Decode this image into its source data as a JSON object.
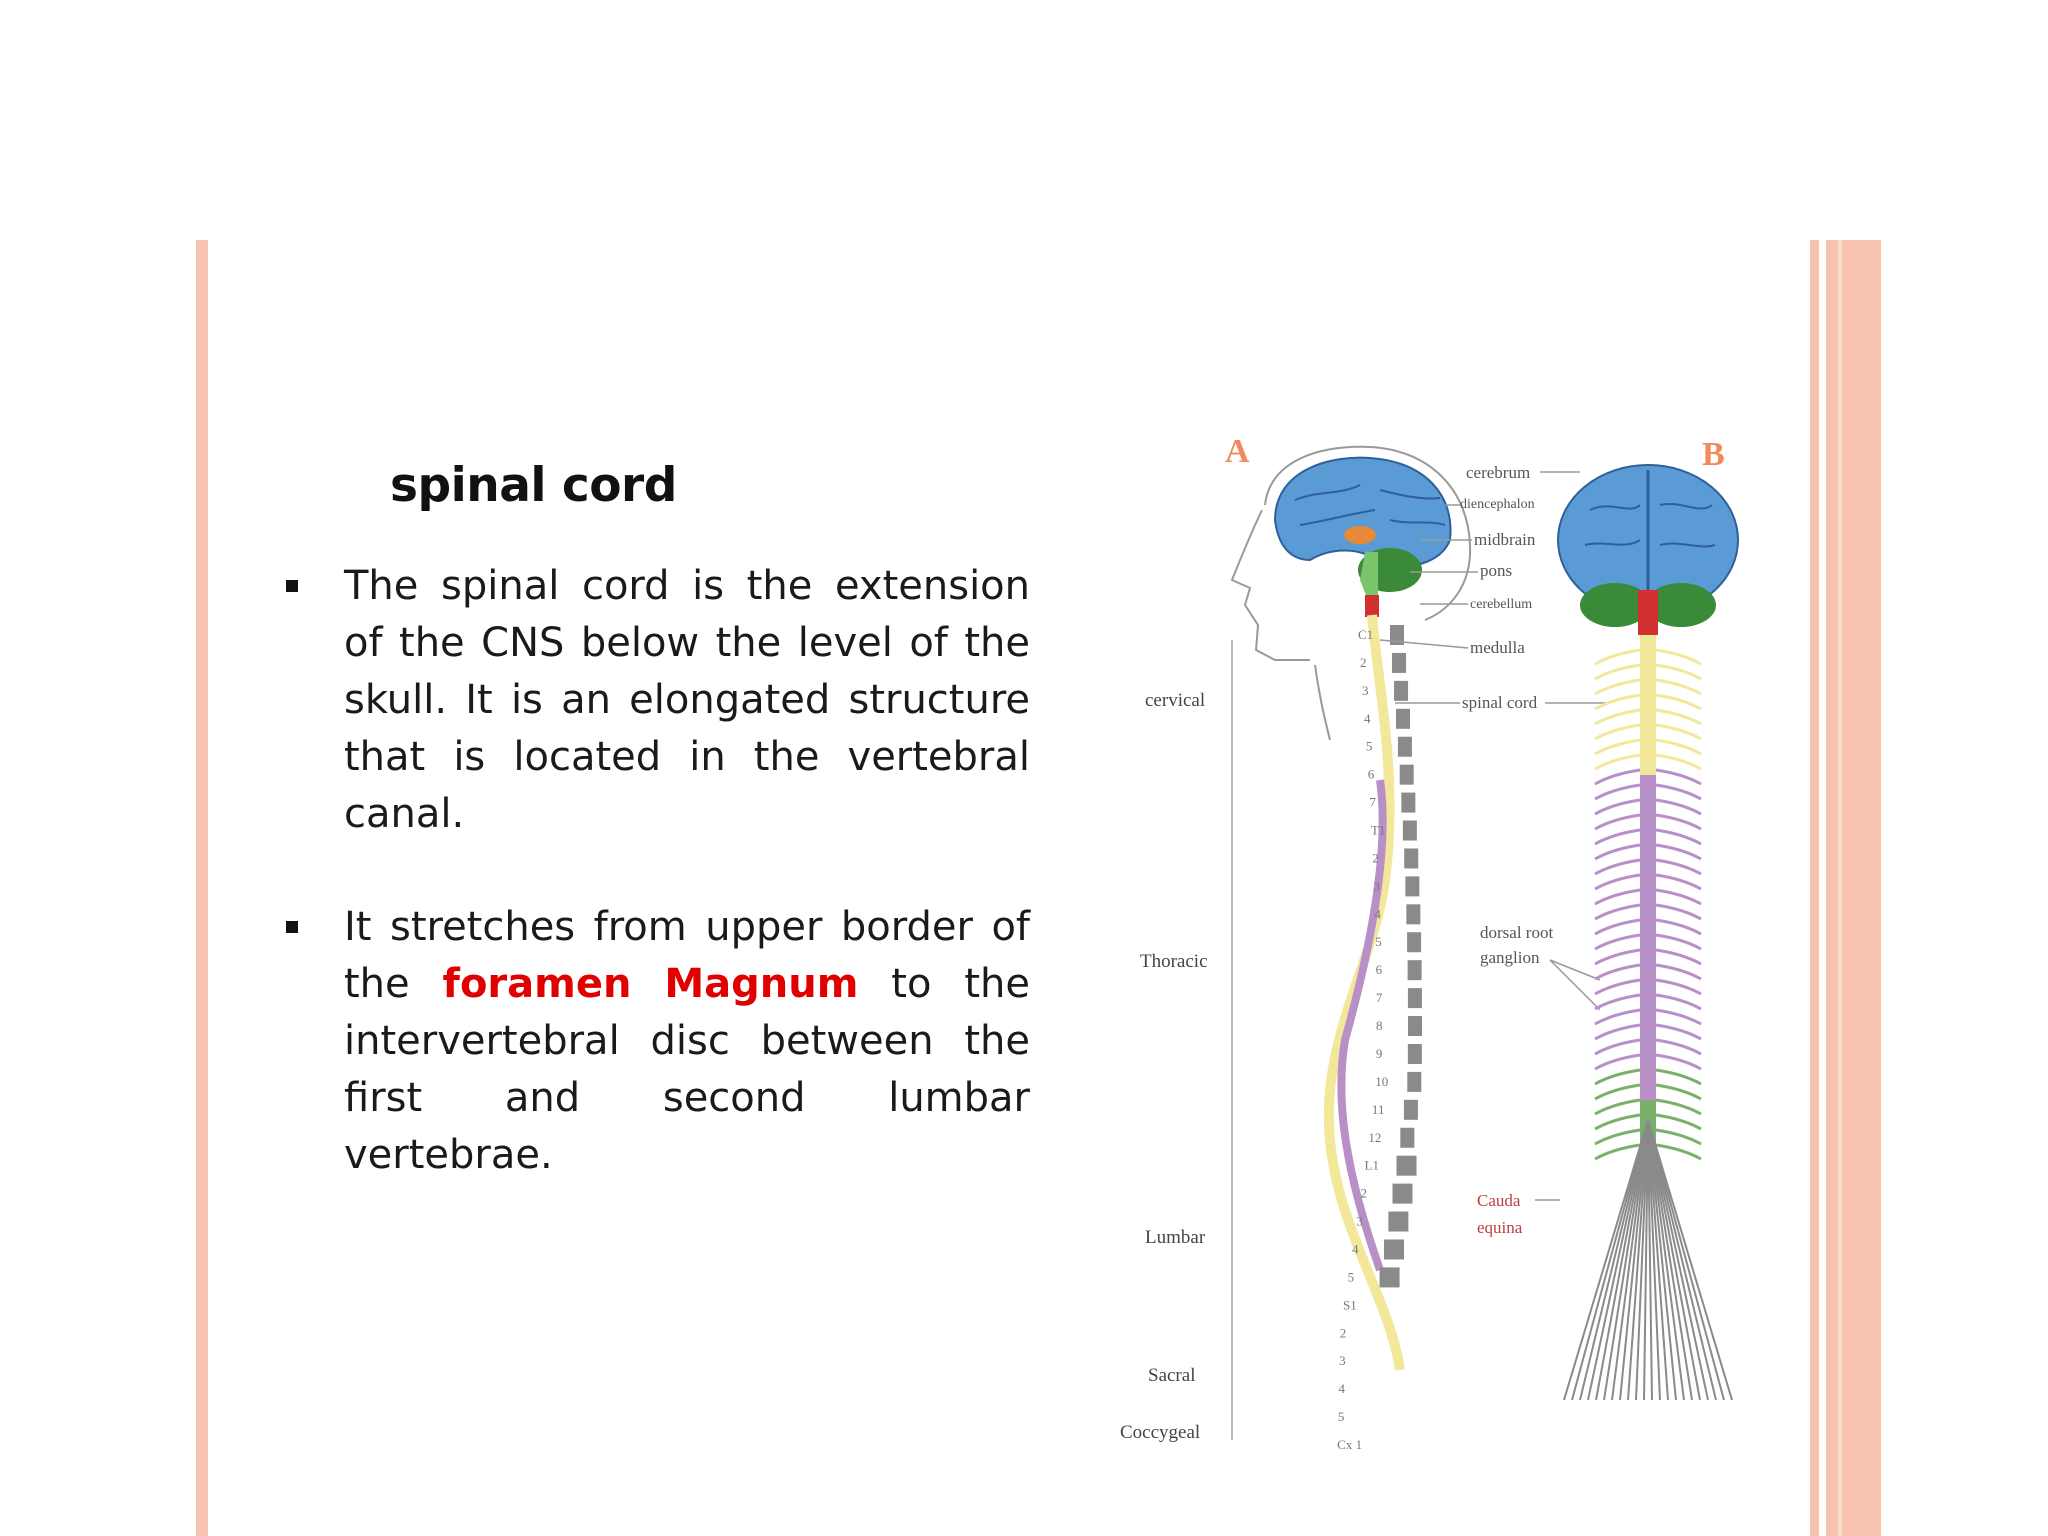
{
  "slide": {
    "title": "spinal cord",
    "bullets": [
      {
        "text": "The spinal cord is the extension of the CNS below the level of the skull. It is an elongated structure that is located in the vertebral canal."
      },
      {
        "before": "It stretches from upper border of the ",
        "highlight1": "foramen",
        "between": " ",
        "highlight2": "Magnum",
        "after": " to the intervertebral disc between the first and second lumbar vertebrae."
      }
    ]
  },
  "figure": {
    "panel_a_letter": "A",
    "panel_b_letter": "B",
    "region_labels": {
      "cervical": "cervical",
      "thoracic": "Thoracic",
      "lumbar": "Lumbar",
      "sacral": "Sacral",
      "coccygeal": "Coccygeal"
    },
    "structure_labels": {
      "cerebrum": "cerebrum",
      "diencephalon": "diencephalon",
      "midbrain": "midbrain",
      "pons": "pons",
      "cerebellum": "cerebellum",
      "medulla": "medulla",
      "spinal_cord": "spinal cord",
      "dorsal_root_1": "dorsal root",
      "dorsal_root_2": "ganglion",
      "cauda_1": "Cauda",
      "cauda_2": "equina"
    },
    "vertebra_labels": [
      "C1",
      "2",
      "3",
      "4",
      "5",
      "6",
      "7",
      "T1",
      "2",
      "3",
      "4",
      "5",
      "6",
      "7",
      "8",
      "9",
      "10",
      "11",
      "12",
      "L1",
      "2",
      "3",
      "4",
      "5",
      "S1",
      "2",
      "3",
      "4",
      "5",
      "Cx 1"
    ],
    "colors": {
      "accent_bar": "#f4b9a6",
      "highlight": "#e00000",
      "letter": "#f08a5d"
    }
  }
}
